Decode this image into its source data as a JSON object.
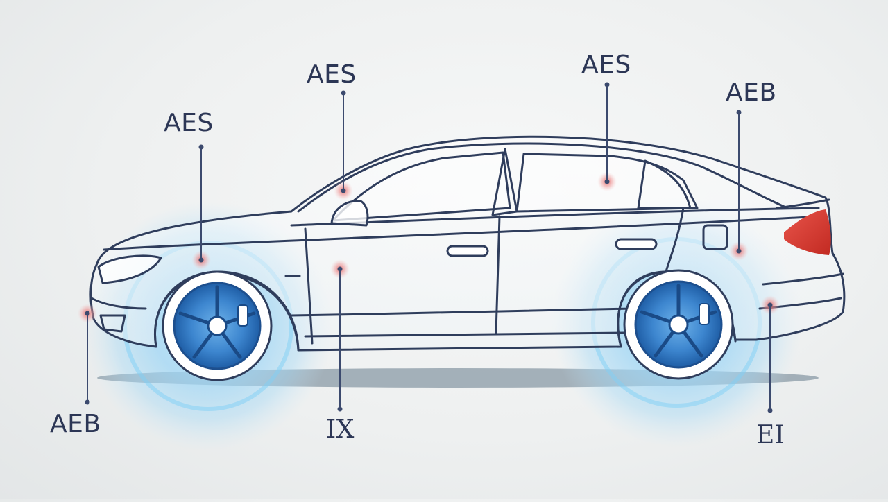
{
  "callouts": [
    {
      "id": "front-bumper",
      "label": "AEB"
    },
    {
      "id": "front-fender",
      "label": "AES"
    },
    {
      "id": "side-mirror",
      "label": "AES"
    },
    {
      "id": "front-door",
      "label": "IX"
    },
    {
      "id": "rear-window",
      "label": "AES"
    },
    {
      "id": "fuel-door",
      "label": "AEB"
    },
    {
      "id": "rear-bumper",
      "label": "EI"
    }
  ],
  "colors": {
    "outline": "#2f3d5c",
    "glow": "#7fc8f0",
    "wheel": "#2a6fb8",
    "tail_light": "#d93a2e",
    "marker": "#e87a7a",
    "label": "#2c3655",
    "leader": "#3c4a6e"
  }
}
